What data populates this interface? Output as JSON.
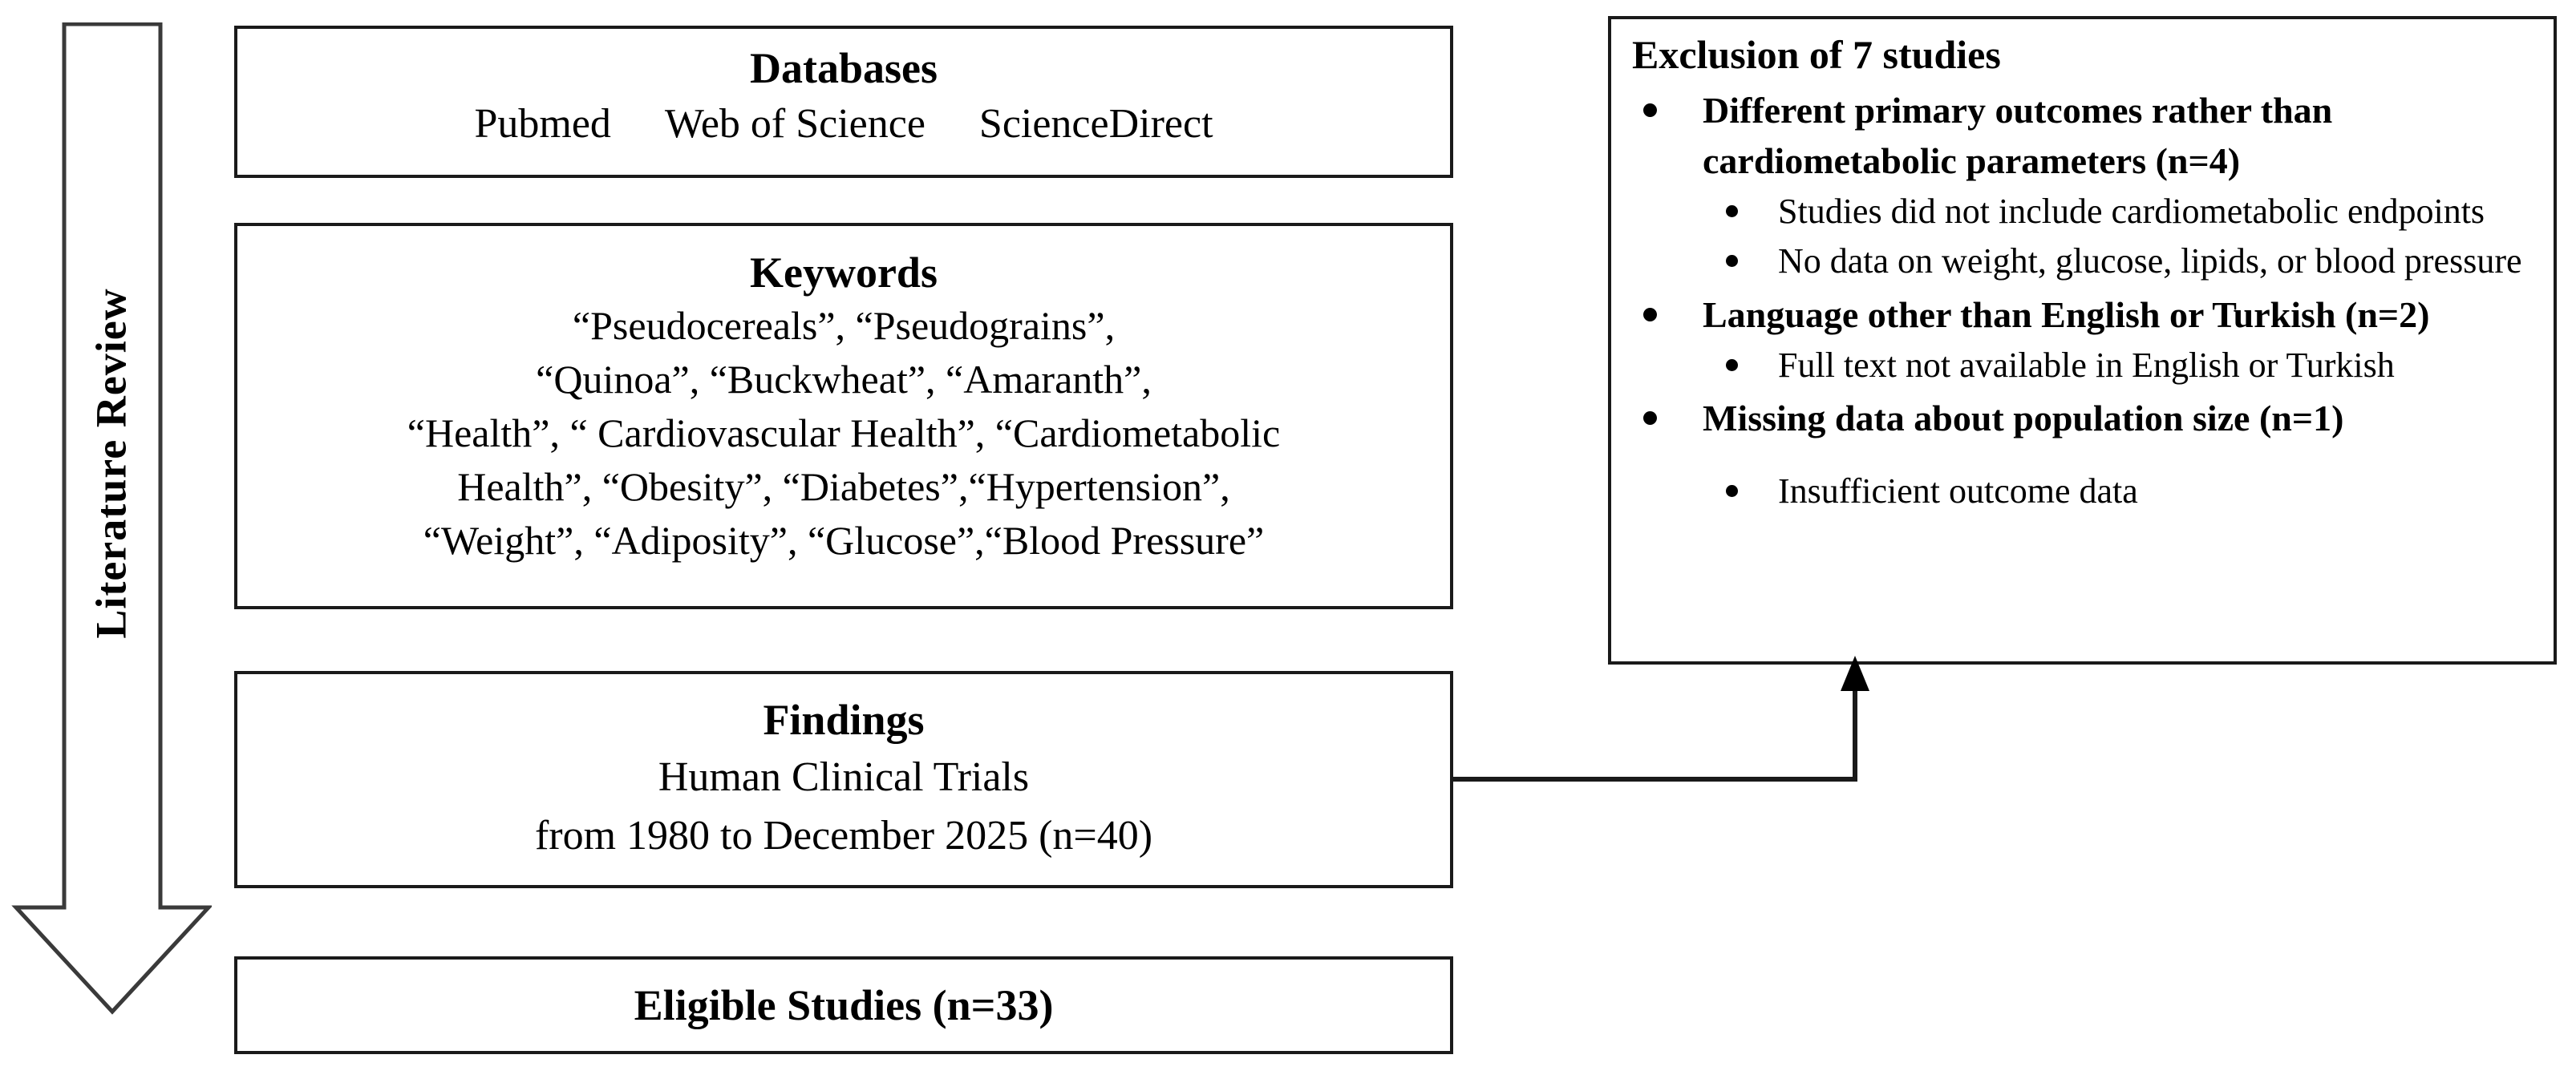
{
  "flow": {
    "arrow_label": "Literature Review",
    "databases": {
      "title": "Databases",
      "items": [
        "Pubmed",
        "Web of Science",
        "ScienceDirect"
      ]
    },
    "keywords": {
      "title": "Keywords",
      "lines": [
        "“Pseudocereals”, “Pseudograins”,",
        "“Quinoa”, “Buckwheat”, “Amaranth”,",
        "“Health”, “ Cardiovascular Health”, “Cardiometabolic",
        "Health”, “Obesity”, “Diabetes”,“Hypertension”,",
        "“Weight”, “Adiposity”, “Glucose”,“Blood Pressure”"
      ]
    },
    "findings": {
      "title": "Findings",
      "lines": [
        "Human Clinical Trials",
        "from 1980 to December 2025 (n=40)"
      ]
    },
    "eligible": {
      "title": "Eligible Studies (n=33)"
    },
    "exclusion": {
      "title": "Exclusion of 7 studies",
      "items": [
        {
          "level": 1,
          "text": "Different primary outcomes rather than cardiometabolic parameters (n=4)"
        },
        {
          "level": 2,
          "text": "Studies did not include cardiometabolic endpoints"
        },
        {
          "level": 2,
          "text": "No data on weight, glucose, lipids, or blood pressure"
        },
        {
          "level": 1,
          "text": "Language other than English or Turkish (n=2)"
        },
        {
          "level": 2,
          "text": "Full text not available in English or Turkish"
        },
        {
          "level": 1,
          "text": "Missing data about population size (n=1)"
        },
        {
          "level": 2,
          "text": "Insufficient outcome data",
          "gap": true
        }
      ]
    }
  },
  "colors": {
    "box_border": "#1a1a1a",
    "arrow_stroke": "#3a3a3a",
    "text": "#000000",
    "background": "#ffffff"
  }
}
